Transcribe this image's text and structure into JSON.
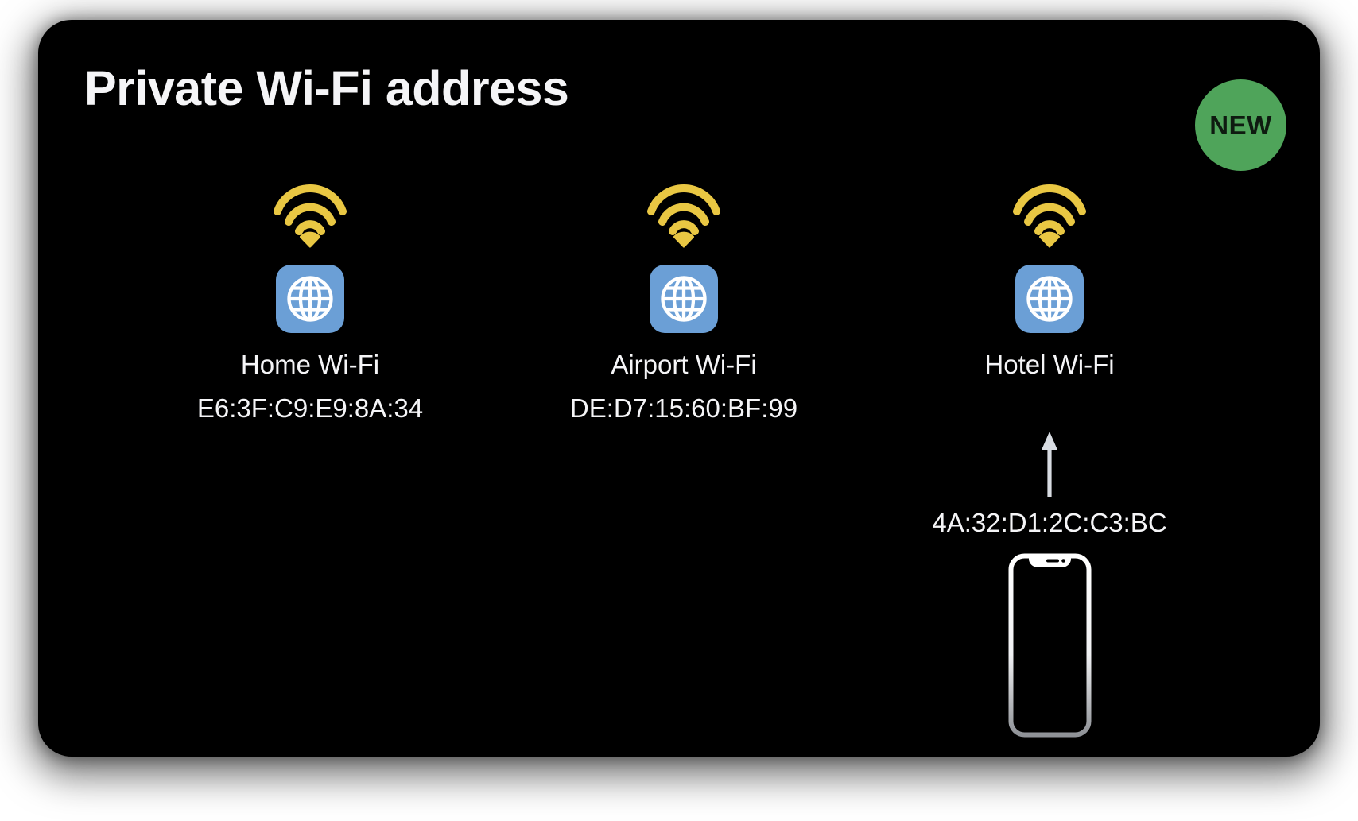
{
  "title": "Private Wi-Fi address",
  "badge": {
    "label": "NEW"
  },
  "networks": [
    {
      "name": "Home Wi-Fi",
      "mac": "E6:3F:C9:E9:8A:34"
    },
    {
      "name": "Airport Wi-Fi",
      "mac": "DE:D7:15:60:BF:99"
    },
    {
      "name": "Hotel Wi-Fi",
      "mac": "4A:32:D1:2C:C3:BC"
    }
  ],
  "hotel_flow": {
    "arrow_direction": "up",
    "device": "iphone-outline",
    "mac_shown_at_device": "4A:32:D1:2C:C3:BC"
  },
  "icons": {
    "wifi": "wifi-icon",
    "globe": "globe-app-icon",
    "arrow": "up-arrow-icon",
    "phone": "iphone-outline-icon"
  },
  "colors": {
    "page": "#ffffff",
    "panel": "#000000",
    "text": "#f5f5f7",
    "wifi": "#e9c743",
    "globe_bg": "#6b9fd6",
    "globe_glyph": "#ffffff",
    "badge_bg": "#4fa45a",
    "badge_text": "#0e1b10",
    "arrow": "#d8dce2"
  }
}
